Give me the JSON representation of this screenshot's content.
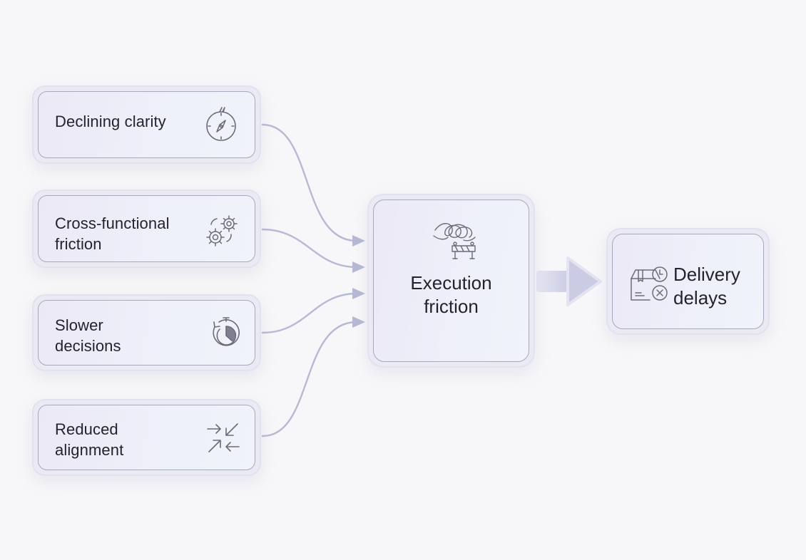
{
  "inputs": [
    {
      "line1": "Declining clarity",
      "line2": "",
      "icon": "compass-icon"
    },
    {
      "line1": "Cross-functional",
      "line2": "friction",
      "icon": "gears-icon"
    },
    {
      "line1": "Slower",
      "line2": "decisions",
      "icon": "timer-icon"
    },
    {
      "line1": "Reduced",
      "line2": "alignment",
      "icon": "converging-arrows-icon"
    }
  ],
  "center": {
    "line1": "Execution",
    "line2": "friction",
    "icon": "tangle-barrier-icon"
  },
  "output": {
    "line1": "Delivery",
    "line2": "delays",
    "icon": "package-clock-icon"
  },
  "colors": {
    "background": "#f7f7f9",
    "box_fill": "#eceaf6",
    "box_border": "#a9a8bd",
    "connector": "#b7b9d4",
    "text": "#23232f",
    "icon_stroke": "#6b6b7c"
  }
}
